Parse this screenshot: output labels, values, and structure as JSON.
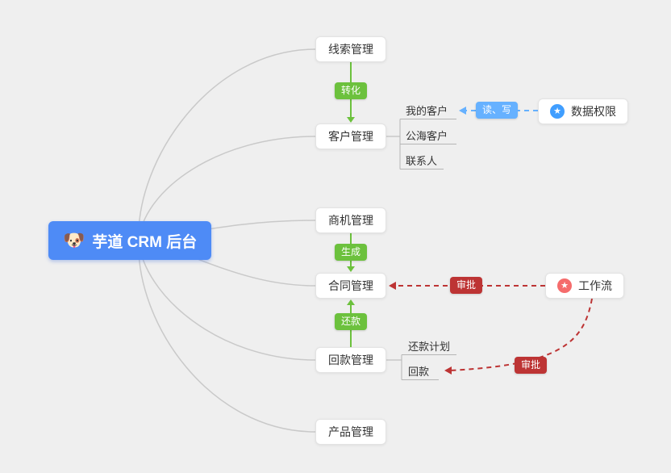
{
  "root": {
    "icon": "🐶",
    "label": "芋道 CRM 后台"
  },
  "nodes": {
    "clue_mgmt": "线索管理",
    "customer_mgmt": "客户管理",
    "business_mgmt": "商机管理",
    "contract_mgmt": "合同管理",
    "receivable_mgmt": "回款管理",
    "product_mgmt": "产品管理",
    "data_permission": "数据权限",
    "workflow": "工作流"
  },
  "sub_nodes": {
    "my_customers": "我的客户",
    "public_customers": "公海客户",
    "contacts": "联系人",
    "repayment_plan": "还款计划",
    "repayment": "回款"
  },
  "edge_labels": {
    "transform": "转化",
    "generate": "生成",
    "repay": "还款",
    "read_write": "读、写",
    "approve_contract": "审批",
    "approve_repayment": "审批"
  },
  "icons": {
    "star": "★"
  },
  "colors": {
    "canvas_bg": "#efefef",
    "root_bg": "#4e8bf6",
    "edge_green": "#6cc13d",
    "edge_blue": "#66b1ff",
    "edge_red": "#bd3434",
    "star_blue": "#409eff",
    "star_red": "#f56c6c",
    "branch_line": "#c9c9c9"
  }
}
